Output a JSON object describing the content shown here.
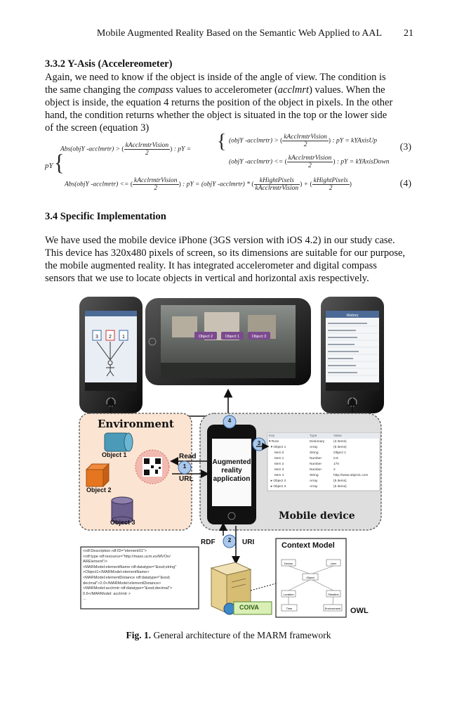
{
  "header": {
    "running_title": "Mobile Augmented Reality Based on the Semantic Web Applied to AAL",
    "page_number": "21"
  },
  "section_332": {
    "heading": "3.3.2   Y-Asis (Accelereometer)",
    "para_lines": [
      "Again, we need to know if the object is inside of the angle of view. The condition is",
      "the same changing the ",
      "compass",
      " values to accelerometer (",
      "acclmrt",
      ") values. When the",
      "object is inside, the equation 4 returns the position of the object in pixels. In the other",
      "hand, the condition returns whether the object is situated in the top or the lower side",
      "of the screen (equation 3)"
    ]
  },
  "equations": {
    "py": "pY",
    "cond1_left": "Abs(objY -acclmrtr) >",
    "frac_vis_num": "kAcclrmtrVision",
    "frac_vis_den": "2",
    "py_eq": ": pY =",
    "case_a": "(objY -acclmrtr) >",
    "case_a_res": ": pY = kYAxisUp",
    "case_b": "(objY -acclmrtr) <=",
    "case_b_res": ": pY = kYAxisDown",
    "cond2_left": "Abs(objY -acclmrtr) <=",
    "cond2_mid": ": pY = (objY -acclmrtr) *",
    "frac_hp_num": "kHightPixels",
    "frac_hp_den": "kAcclrmtrVision",
    "frac_hp2_num": "kHightPixels",
    "frac_hp2_den": "2",
    "plus": "+",
    "eq3": "(3)",
    "eq4": "(4)"
  },
  "section_34": {
    "heading": "3.4   Specific Implementation",
    "lines": [
      "We have used the mobile device iPhone (3GS version with iOS 4.2) in our study case.",
      "This device has 320x480 pixels of screen, so its dimensions are suitable for our purpose,",
      "the mobile augmented reality. It has integrated accelerometer and digital compass",
      "sensors that we use to locate objects in vertical and horizontal axis respectively."
    ]
  },
  "figure": {
    "environment_label": "Environment",
    "object1": "Object 1",
    "object2": "Object 2",
    "object3": "Object 3",
    "read_label": "Read",
    "url_label": "URL",
    "app_label": "Augmented reality application",
    "mobile_label": "Mobile device",
    "rdf_label": "RDF",
    "uri_label": "URI",
    "context_label": "Context Model",
    "coiva_label": "COIVA",
    "owl_label": "OWL",
    "step1": "1",
    "step2": "2",
    "step3": "3",
    "step4": "4",
    "history_title": "History",
    "ar_tags": [
      "Object 2",
      "Object 1",
      "Object 3"
    ],
    "camera_boxes": [
      "3",
      "2",
      "1"
    ],
    "rdf_lines": [
      "<rdf:Description rdf:ID=\"element01\">",
      "<rdf:type rdf:resource=\"http://maso.ucm.es/MVOn/",
      "ARElement\"/>",
      "<MARModel:elementName rdf:datatype=\"&xsd;string\"",
      ">Object1</MARModel:elementName>",
      "<MARModel:elementDistance rdf:datatype=\"&xsd;",
      "decimal\">2.0</MARModel:elementDistance>",
      "<MARModel:acclrmtr rdf:datatype=\"&xsd;decimal\">",
      "0.6</MARModel: acclrmtr >",
      "..."
    ],
    "plist_headers": [
      "Key",
      "Type",
      "Value"
    ],
    "plist_rows": [
      [
        "▾ Root",
        "Dictionary",
        "(3 items)"
      ],
      [
        "  ▾ Object 1",
        "Array",
        "(5 items)"
      ],
      [
        "      Item 0",
        "String",
        "Object 1"
      ],
      [
        "      Item 1",
        "Number",
        "0.6"
      ],
      [
        "      Item 2",
        "Number",
        "170"
      ],
      [
        "      Item 3",
        "Number",
        "2"
      ],
      [
        "      Item 4",
        "String",
        "http://www.object1.com"
      ],
      [
        "  ▸ Object 2",
        "Array",
        "(5 items)"
      ],
      [
        "  ▸ Object 3",
        "Array",
        "(5 items)"
      ]
    ],
    "ctx_nodes": [
      "Device",
      "User",
      "Object",
      "Location",
      "Situation",
      "Time",
      "Environment"
    ]
  },
  "caption": {
    "label": "Fig. 1.",
    "text": " General architecture of the MARM framework"
  }
}
